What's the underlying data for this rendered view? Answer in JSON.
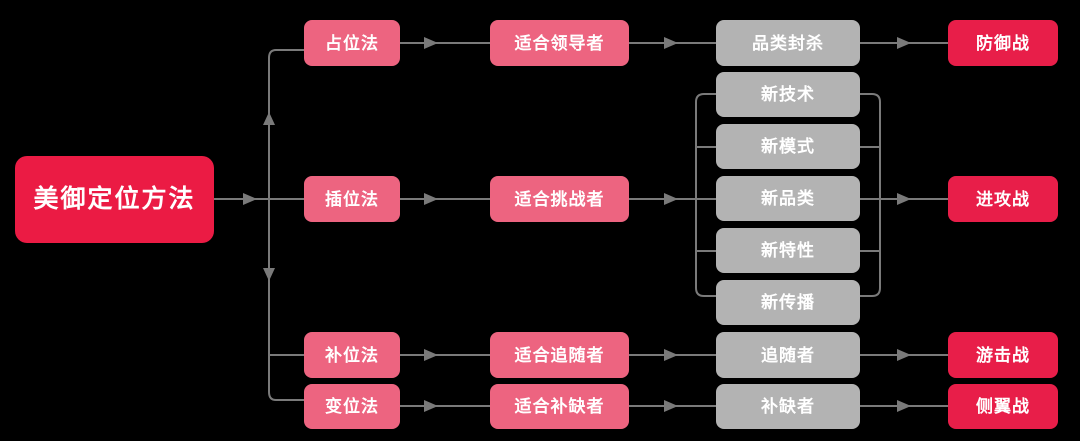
{
  "diagram": {
    "title_node": {
      "label": "美御定位方法",
      "color": "#EB1B44"
    },
    "colors": {
      "background": "#000000",
      "root_red": "#EB1B44",
      "pink": "#ED6480",
      "gray": "#B3B3B3",
      "crimson": "#E81E49",
      "connector": "#7A7A7A",
      "text": "#FFFFFF"
    },
    "columns": [
      {
        "name": "method",
        "style": "pink"
      },
      {
        "name": "suitability",
        "style": "pink"
      },
      {
        "name": "tactic",
        "style": "gray"
      },
      {
        "name": "warfare",
        "style": "crimson"
      }
    ],
    "rows": [
      {
        "method": "占位法",
        "suitability": "适合领导者",
        "tactic": "品类封杀",
        "warfare": "防御战"
      },
      {
        "method": "插位法",
        "suitability": "适合挑战者",
        "tactic_group": [
          "新技术",
          "新模式",
          "新品类",
          "新特性",
          "新传播"
        ],
        "warfare": "进攻战"
      },
      {
        "method": "补位法",
        "suitability": "适合追随者",
        "tactic": "追随者",
        "warfare": "游击战"
      },
      {
        "method": "变位法",
        "suitability": "适合补缺者",
        "tactic": "补缺者",
        "warfare": "侧翼战"
      }
    ]
  }
}
